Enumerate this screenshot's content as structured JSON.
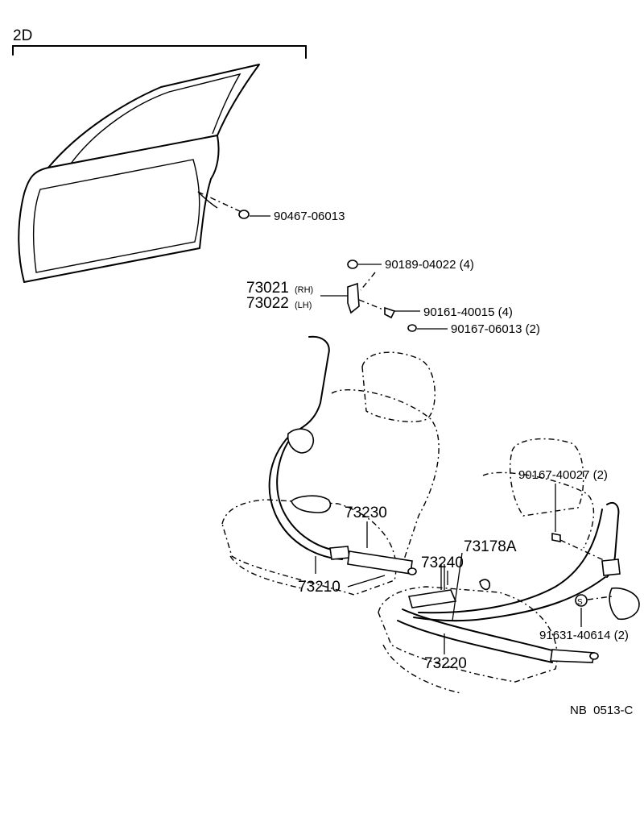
{
  "header": {
    "label": "2D"
  },
  "footer": {
    "code": "NB  0513-C"
  },
  "parts": {
    "p90467": "90467-06013",
    "p90189": "90189-04022 (4)",
    "p73021": "73021",
    "p73021_side": "(RH)",
    "p73022": "73022",
    "p73022_side": "(LH)",
    "p90161": "90161-40015 (4)",
    "p90167a": "90167-06013 (2)",
    "p90167b": "90167-40027 (2)",
    "p73230": "73230",
    "p73178A": "73178A",
    "p73240": "73240",
    "p73210": "73210",
    "p91631": "91631-40614 (2)",
    "p73220": "73220",
    "s_mark": "S"
  }
}
